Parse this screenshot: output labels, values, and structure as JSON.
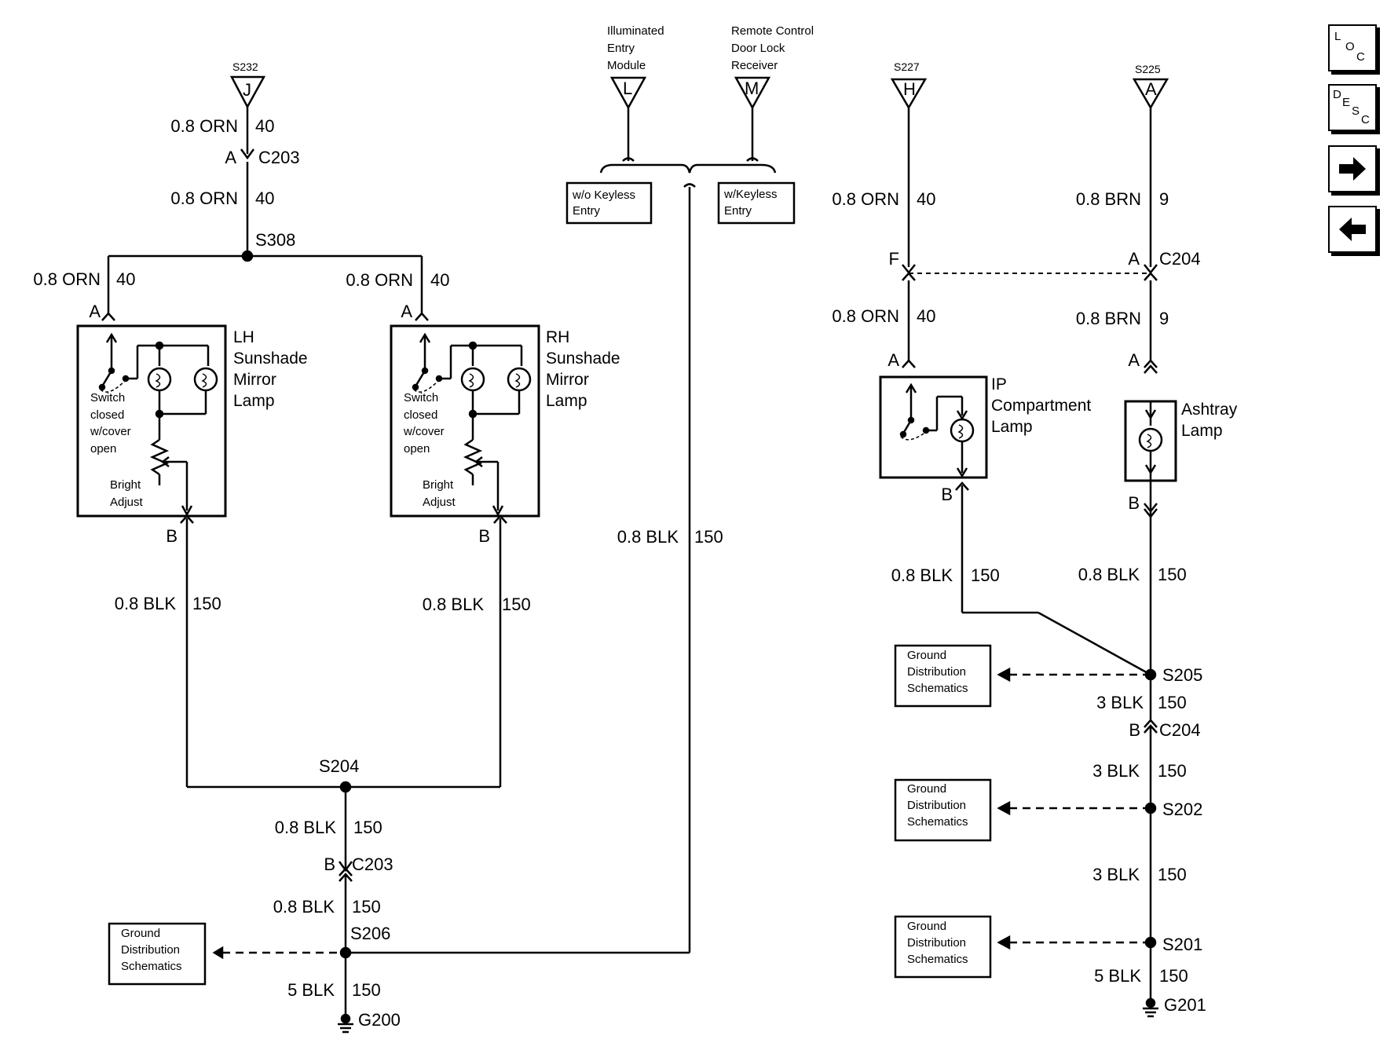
{
  "left_section": {
    "splice_top": "S232",
    "splice_top_pin": "J",
    "w1_gauge": "0.8 ORN",
    "w1_circuit": "40",
    "c203_top_pin": "A",
    "c203_top_label": "C203",
    "w2_gauge": "0.8 ORN",
    "w2_circuit": "40",
    "s308": "S308",
    "lh_wire_gauge": "0.8 ORN",
    "lh_wire_circuit": "40",
    "rh_wire_gauge": "0.8 ORN",
    "rh_wire_circuit": "40",
    "lh_pin_a": "A",
    "rh_pin_a": "A",
    "lh_title": [
      "LH",
      "Sunshade",
      "Mirror",
      "Lamp"
    ],
    "rh_title": [
      "RH",
      "Sunshade",
      "Mirror",
      "Lamp"
    ],
    "switch_note": [
      "Switch",
      "closed",
      "w/cover",
      "open"
    ],
    "bright_adjust": [
      "Bright",
      "Adjust"
    ],
    "lh_pin_b": "B",
    "rh_pin_b": "B",
    "lh_out_gauge": "0.8 BLK",
    "lh_out_circuit": "150",
    "rh_out_gauge": "0.8 BLK",
    "rh_out_circuit": "150",
    "s204": "S204",
    "w3_gauge": "0.8 BLK",
    "w3_circuit": "150",
    "c203_bot_pin": "B",
    "c203_bot_label": "C203",
    "w4_gauge": "0.8 BLK",
    "w4_circuit": "150",
    "s206": "S206",
    "ground_gauge": "5 BLK",
    "ground_circuit": "150",
    "ground": "G200",
    "gds": [
      "Ground",
      "Distribution",
      "Schematics"
    ]
  },
  "center_section": {
    "module_l": [
      "Illuminated",
      "Entry",
      "Module"
    ],
    "module_l_pin": "L",
    "module_m": [
      "Remote Control",
      "Door Lock",
      "Receiver"
    ],
    "module_m_pin": "M",
    "option_without": [
      "w/o Keyless",
      "Entry"
    ],
    "option_with": [
      "w/Keyless",
      "Entry"
    ],
    "wire_gauge": "0.8 BLK",
    "wire_circuit": "150"
  },
  "right_section": {
    "splice_h": "S227",
    "splice_h_pin": "H",
    "splice_a": "S225",
    "splice_a_pin": "A",
    "h_w1_gauge": "0.8 ORN",
    "h_w1_circuit": "40",
    "a_w1_gauge": "0.8 BRN",
    "a_w1_circuit": "9",
    "c204_pin_f": "F",
    "c204_pin_a": "A",
    "c204_label": "C204",
    "h_w2_gauge": "0.8 ORN",
    "h_w2_circuit": "40",
    "a_w2_gauge": "0.8 BRN",
    "a_w2_circuit": "9",
    "ip_pin_a": "A",
    "ash_pin_a": "A",
    "ip_title": [
      "IP",
      "Compartment",
      "Lamp"
    ],
    "ash_title": [
      "Ashtray",
      "Lamp"
    ],
    "ip_pin_b": "B",
    "ash_pin_b": "B",
    "ip_out_gauge": "0.8 BLK",
    "ip_out_circuit": "150",
    "ash_out_gauge": "0.8 BLK",
    "ash_out_circuit": "150",
    "s205": "S205",
    "w5_gauge": "3 BLK",
    "w5_circuit": "150",
    "c204_b_pin": "B",
    "c204_b_label": "C204",
    "w6_gauge": "3 BLK",
    "w6_circuit": "150",
    "s202": "S202",
    "w7_gauge": "3 BLK",
    "w7_circuit": "150",
    "s201": "S201",
    "ground_gauge": "5 BLK",
    "ground_circuit": "150",
    "ground": "G201",
    "gds": [
      "Ground",
      "Distribution",
      "Schematics"
    ]
  },
  "nav": {
    "loc": [
      "L",
      "O",
      "C"
    ],
    "desc": [
      "D",
      "E",
      "S",
      "C"
    ],
    "next_icon": "right-arrow-icon",
    "prev_icon": "left-arrow-icon"
  }
}
